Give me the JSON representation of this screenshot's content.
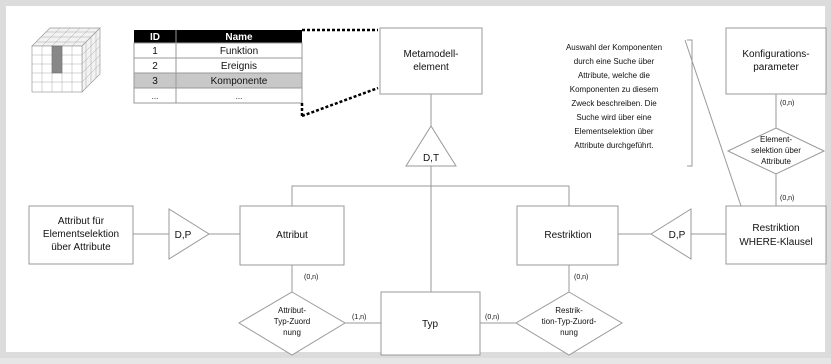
{
  "id_table": {
    "headers": [
      "ID",
      "Name"
    ],
    "rows": [
      [
        "1",
        "Funktion"
      ],
      [
        "2",
        "Ereignis"
      ],
      [
        "3",
        "Komponente"
      ],
      [
        "...",
        "..."
      ]
    ],
    "highlight_color": "#c8c8c8",
    "header_color": "#000000"
  },
  "entities": {
    "metamodell": [
      "Metamodell-",
      "element"
    ],
    "attribut": "Attribut",
    "restriktion": "Restriktion",
    "typ": "Typ",
    "attribut_elementselektion": [
      "Attribut für",
      "Elementselektion",
      "über Attribute"
    ],
    "restriktion_where": [
      "Restriktion",
      "WHERE-Klausel"
    ],
    "konfigurationsparameter": [
      "Konfigurations-",
      "parameter"
    ]
  },
  "triangles": {
    "dt": "D,T",
    "dp_left": "D,P",
    "dp_right": "D,P"
  },
  "relationships": {
    "attribut_typ": [
      "Attribut-",
      "Typ-Zuord",
      "nung"
    ],
    "restriktion_typ": [
      "Restrik-",
      "tion-Typ-Zuord-",
      "nung"
    ],
    "elementselektion": [
      "Element-",
      "selektion über",
      "Attribute"
    ]
  },
  "cardinalities": {
    "attribut_rel": "(0,n)",
    "typ_attribut_rel": "(1,n)",
    "typ_restriktion_rel": "(0,n)",
    "restriktion_rel": "(0,n)",
    "konfig_top": "(0,n)",
    "konfig_bottom": "(0,n)"
  },
  "annotation": [
    "Auswahl der Komponenten",
    "durch eine Suche über",
    "Attribute, welche die",
    "Komponenten zu diesem",
    "Zweck beschreiben. Die",
    "Suche wird über eine",
    "Elementselektion über",
    "Attribute durchgeführt."
  ],
  "colors": {
    "line": "#999999",
    "background": "#ffffff",
    "cube_highlight": "#888888"
  },
  "icons": [
    "cube-grid-icon"
  ]
}
